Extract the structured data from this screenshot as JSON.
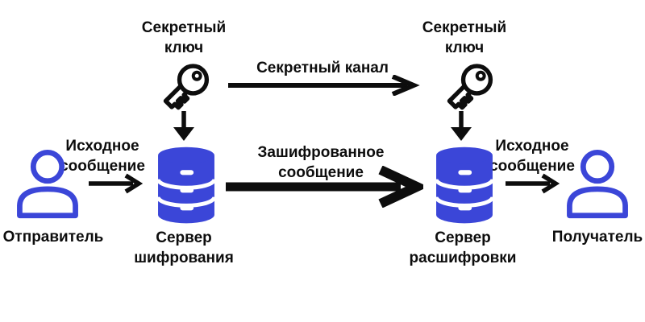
{
  "theme": {
    "accent": "#3b46d8",
    "ink": "#0d0d0d",
    "background": "#ffffff"
  },
  "diagram": {
    "nodes": {
      "key_left": {
        "label": "Секретный ключ",
        "icon": "key-icon"
      },
      "key_right": {
        "label": "Секретный ключ",
        "icon": "key-icon"
      },
      "sender": {
        "label": "Отправитель",
        "icon": "person-icon"
      },
      "encryption_server": {
        "label": "Сервер шифрования",
        "icon": "database-icon"
      },
      "decryption_server": {
        "label": "Сервер расшифровки",
        "icon": "database-icon"
      },
      "receiver": {
        "label": "Получатель",
        "icon": "person-icon"
      }
    },
    "edges": {
      "secret_channel": {
        "label": "Секретный канал",
        "from": "key_left",
        "to": "key_right"
      },
      "source_message_left": {
        "label": "Исходное сообщение",
        "from": "sender",
        "to": "encryption_server"
      },
      "encrypted_message": {
        "label": "Зашифрованное сообщение",
        "from": "encryption_server",
        "to": "decryption_server"
      },
      "source_message_right": {
        "label": "Исходное сообщение",
        "from": "decryption_server",
        "to": "receiver"
      },
      "key_left_down": {
        "label": "",
        "from": "key_left",
        "to": "encryption_server"
      },
      "key_right_down": {
        "label": "",
        "from": "key_right",
        "to": "decryption_server"
      }
    }
  }
}
